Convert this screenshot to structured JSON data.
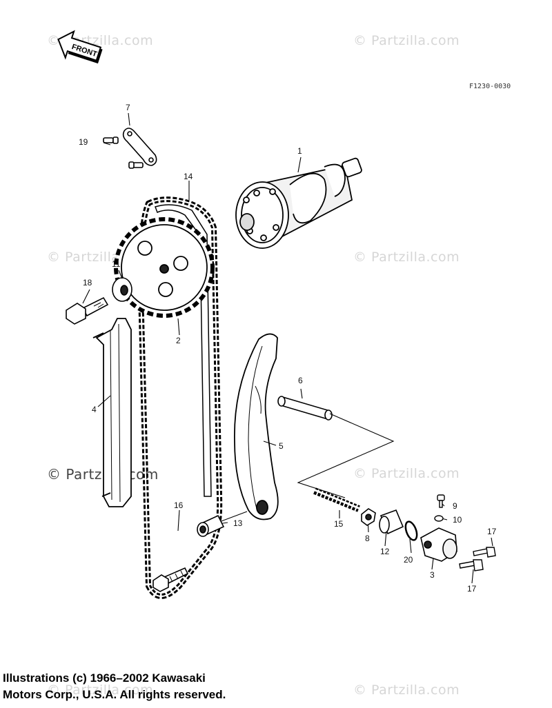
{
  "diagram_code": "F1230-0030",
  "front_label": "FRONT",
  "watermarks": {
    "text": "© Partzilla.com",
    "bold_text": "© Partzilla.com"
  },
  "callouts": {
    "p1": "1",
    "p2": "2",
    "p3": "3",
    "p4": "4",
    "p5": "5",
    "p6": "6",
    "p7": "7",
    "p8": "8",
    "p9": "9",
    "p10": "10",
    "p11": "11",
    "p12": "12",
    "p13": "13",
    "p14": "14",
    "p15": "15",
    "p16": "16",
    "p17a": "17",
    "p17b": "17",
    "p18": "18",
    "p19": "19",
    "p20": "20"
  },
  "copyright": {
    "line1": "Illustrations (c) 1966–2002 Kawasaki",
    "line2": "Motors Corp., U.S.A.  All rights reserved."
  }
}
